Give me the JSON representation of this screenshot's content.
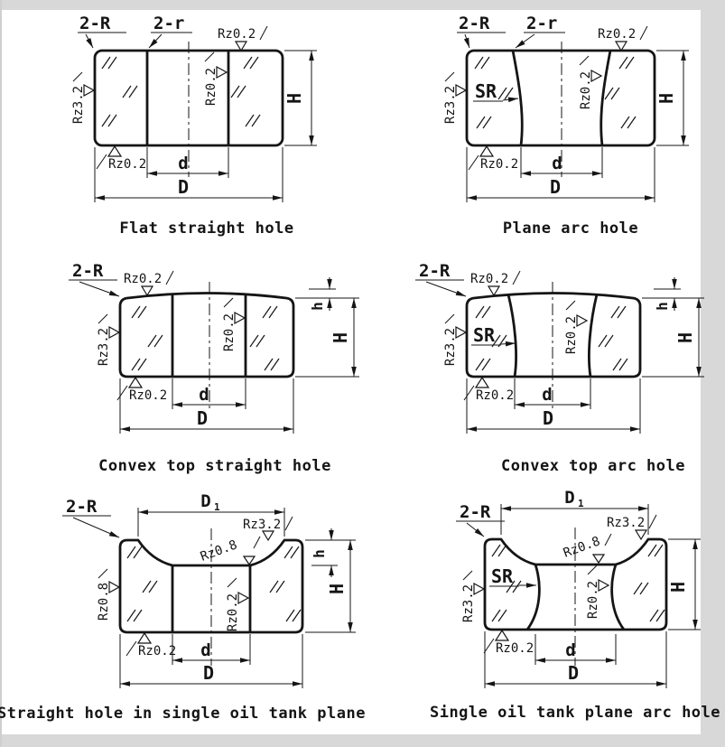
{
  "page": {
    "background": "#ffffff",
    "frame_color": "#d8d8d8",
    "ink_color": "#151515"
  },
  "panels": [
    {
      "id": "flat-straight-hole",
      "title": "Flat straight hole",
      "labels": {
        "corner_outer": "2-R",
        "corner_inner": "2-r",
        "rough_top": "Rz0.2",
        "rough_inner": "Rz0.2",
        "rough_left": "Rz3.2",
        "rough_bottom": "Rz0.2"
      },
      "dims": {
        "bore": "d",
        "outer": "D",
        "height": "H"
      }
    },
    {
      "id": "plane-arc-hole",
      "title": "Plane arc hole",
      "labels": {
        "corner_outer": "2-R",
        "corner_inner": "2-r",
        "rough_top": "Rz0.2",
        "sphere_radius": "SR",
        "rough_inner": "Rz0.2",
        "rough_left": "Rz3.2",
        "rough_bottom": "Rz0.2"
      },
      "dims": {
        "bore": "d",
        "outer": "D",
        "height": "H"
      }
    },
    {
      "id": "convex-top-straight-hole",
      "title": "Convex top straight hole",
      "labels": {
        "corner_outer": "2-R",
        "rough_top": "Rz0.2",
        "rough_left": "Rz3.2",
        "rough_inner": "Rz0.2",
        "rough_bottom": "Rz0.2"
      },
      "dims": {
        "bore": "d",
        "outer": "D",
        "height": "H",
        "crown": "h"
      }
    },
    {
      "id": "convex-top-arc-hole",
      "title": "Convex top arc hole",
      "labels": {
        "corner_outer": "2-R",
        "rough_top": "Rz0.2",
        "sphere_radius": "SR",
        "rough_left": "Rz3.2",
        "rough_inner": "Rz0.2",
        "rough_bottom": "Rz0.2"
      },
      "dims": {
        "bore": "d",
        "outer": "D",
        "height": "H",
        "crown": "h"
      }
    },
    {
      "id": "straight-hole-in-single-oil-tank-plane",
      "title": "Straight hole in single oil tank plane",
      "labels": {
        "corner_outer": "2-R",
        "rough_top_right": "Rz3.2",
        "rough_tank": "Rz0.8",
        "rough_left": "Rz0.8",
        "rough_inner": "Rz0.2",
        "rough_bottom": "Rz0.2"
      },
      "dims": {
        "bore": "d",
        "outer": "D",
        "height": "H",
        "tank_depth": "h",
        "tank_dia": "D",
        "tank_dia_sub": "1"
      }
    },
    {
      "id": "single-oil-tank-plane-arc-hole",
      "title": "Single oil tank plane arc hole",
      "labels": {
        "corner_outer": "2-R",
        "rough_top_right": "Rz3.2",
        "rough_tank": "Rz0.8",
        "sphere_radius": "SR",
        "rough_left": "Rz3.2",
        "rough_inner": "Rz0.2",
        "rough_bottom": "Rz0.2"
      },
      "dims": {
        "bore": "d",
        "outer": "D",
        "height": "H",
        "tank_dia": "D",
        "tank_dia_sub": "1"
      }
    }
  ]
}
